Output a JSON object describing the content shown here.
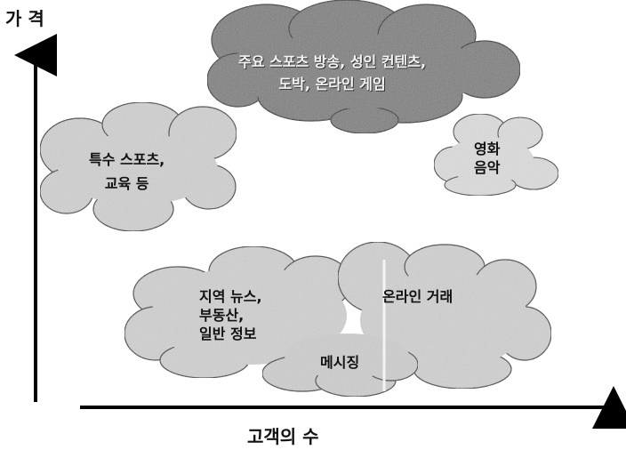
{
  "axes": {
    "y_label": "가 격",
    "x_label": "고객의 수"
  },
  "clouds": {
    "top": {
      "lines": [
        "주요 스포츠 방송, 성인 컨텐츠,",
        "도박, 온라인 게임"
      ]
    },
    "left": {
      "lines": [
        "특수 스포츠,",
        "교육 등"
      ]
    },
    "small": {
      "lines": [
        "영화",
        "음악"
      ]
    },
    "bottom_left": {
      "lines": [
        "지역 뉴스,",
        "부동산,",
        "일반 정보"
      ]
    },
    "bottom_right": {
      "lines": [
        "온라인 거래"
      ]
    },
    "bottom_center": {
      "lines": [
        "메시징"
      ]
    }
  },
  "colors": {
    "axis": "#000000",
    "dark_cloud": "#7d7d7d",
    "light_cloud": "#d2d2d2",
    "lighter_cloud": "#dedede"
  }
}
